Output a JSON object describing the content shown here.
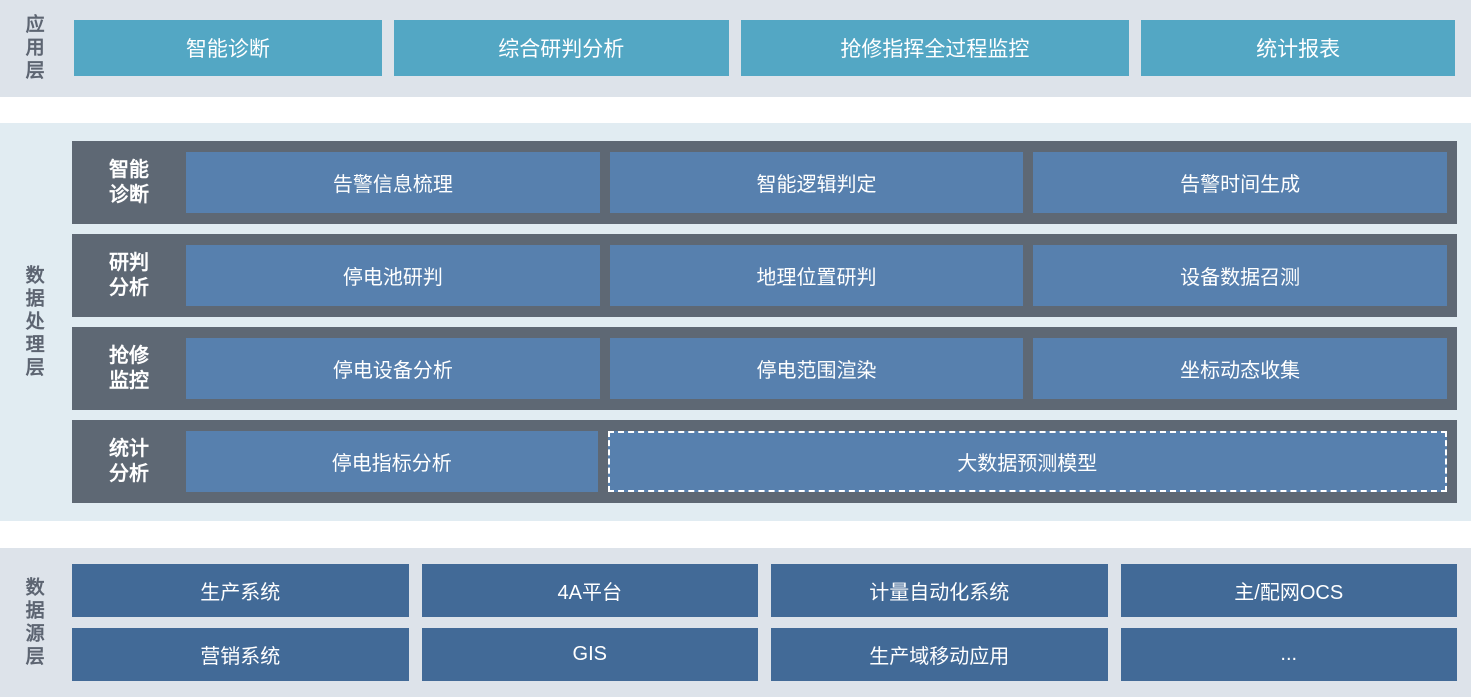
{
  "colors": {
    "panel_app_bg": "#dde3ea",
    "panel_proc_bg": "#e1ecf2",
    "panel_src_bg": "#dde3ea",
    "app_box": "#53a7c4",
    "proc_row_band": "#5e6874",
    "proc_box": "#5780ae",
    "src_box": "#426a97",
    "label_text": "#5d6572",
    "box_text": "#ffffff"
  },
  "layers": {
    "application": {
      "label": "应用层",
      "boxes": [
        {
          "label": "智能诊断"
        },
        {
          "label": "综合研判分析"
        },
        {
          "label": "抢修指挥全过程监控"
        },
        {
          "label": "统计报表"
        }
      ]
    },
    "processing": {
      "label": "数据处理层",
      "rows": [
        {
          "label": "智能\n诊断",
          "cells": [
            {
              "label": "告警信息梳理",
              "style": "solid"
            },
            {
              "label": "智能逻辑判定",
              "style": "solid"
            },
            {
              "label": "告警时间生成",
              "style": "solid"
            }
          ]
        },
        {
          "label": "研判\n分析",
          "cells": [
            {
              "label": "停电池研判",
              "style": "solid"
            },
            {
              "label": "地理位置研判",
              "style": "solid"
            },
            {
              "label": "设备数据召测",
              "style": "solid"
            }
          ]
        },
        {
          "label": "抢修\n监控",
          "cells": [
            {
              "label": "停电设备分析",
              "style": "solid"
            },
            {
              "label": "停电范围渲染",
              "style": "solid"
            },
            {
              "label": "坐标动态收集",
              "style": "solid"
            }
          ]
        },
        {
          "label": "统计\n分析",
          "cells": [
            {
              "label": "停电指标分析",
              "style": "solid"
            },
            {
              "label": "大数据预测模型",
              "style": "dashed"
            }
          ]
        }
      ]
    },
    "data_source": {
      "label": "数据源层",
      "rows": [
        [
          {
            "label": "生产系统"
          },
          {
            "label": "4A平台"
          },
          {
            "label": "计量自动化系统"
          },
          {
            "label": "主/配网OCS"
          }
        ],
        [
          {
            "label": "营销系统"
          },
          {
            "label": "GIS"
          },
          {
            "label": "生产域移动应用"
          },
          {
            "label": "..."
          }
        ]
      ]
    }
  }
}
